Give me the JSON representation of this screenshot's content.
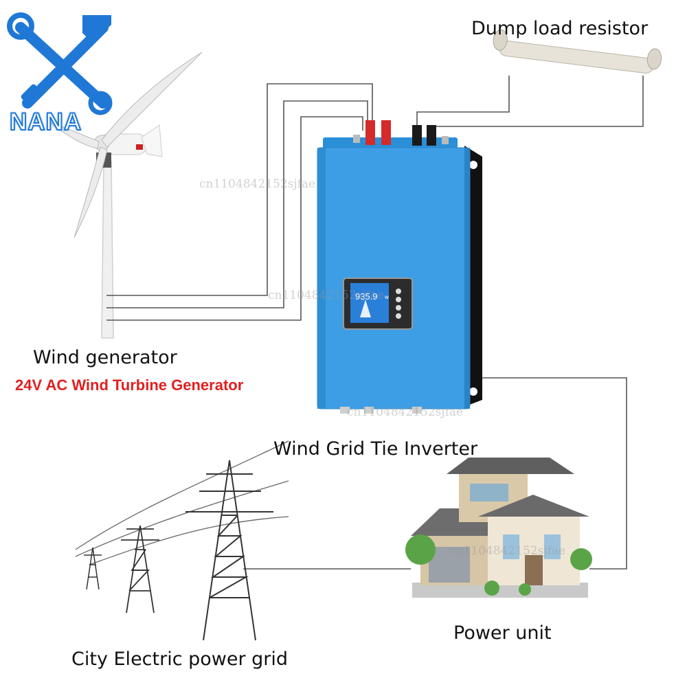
{
  "labels": {
    "dump_load": "Dump load resistor",
    "wind_generator": "Wind generator",
    "wind_subtitle": "24V AC Wind Turbine Generator",
    "inverter": "Wind Grid Tie Inverter",
    "power_unit": "Power unit",
    "city_grid": "City Electric power grid"
  },
  "watermark": "cn1104842152sjfae",
  "logo": {
    "text": "NANA"
  },
  "inverter_display": {
    "value": "935.9",
    "unit": "w"
  },
  "colors": {
    "inverter_blue": "#3d9ee6",
    "subtitle_red": "#e02020",
    "logo_blue": "#1f78d6",
    "wire_gray": "#555555",
    "terminal_red": "#d42a2a"
  }
}
